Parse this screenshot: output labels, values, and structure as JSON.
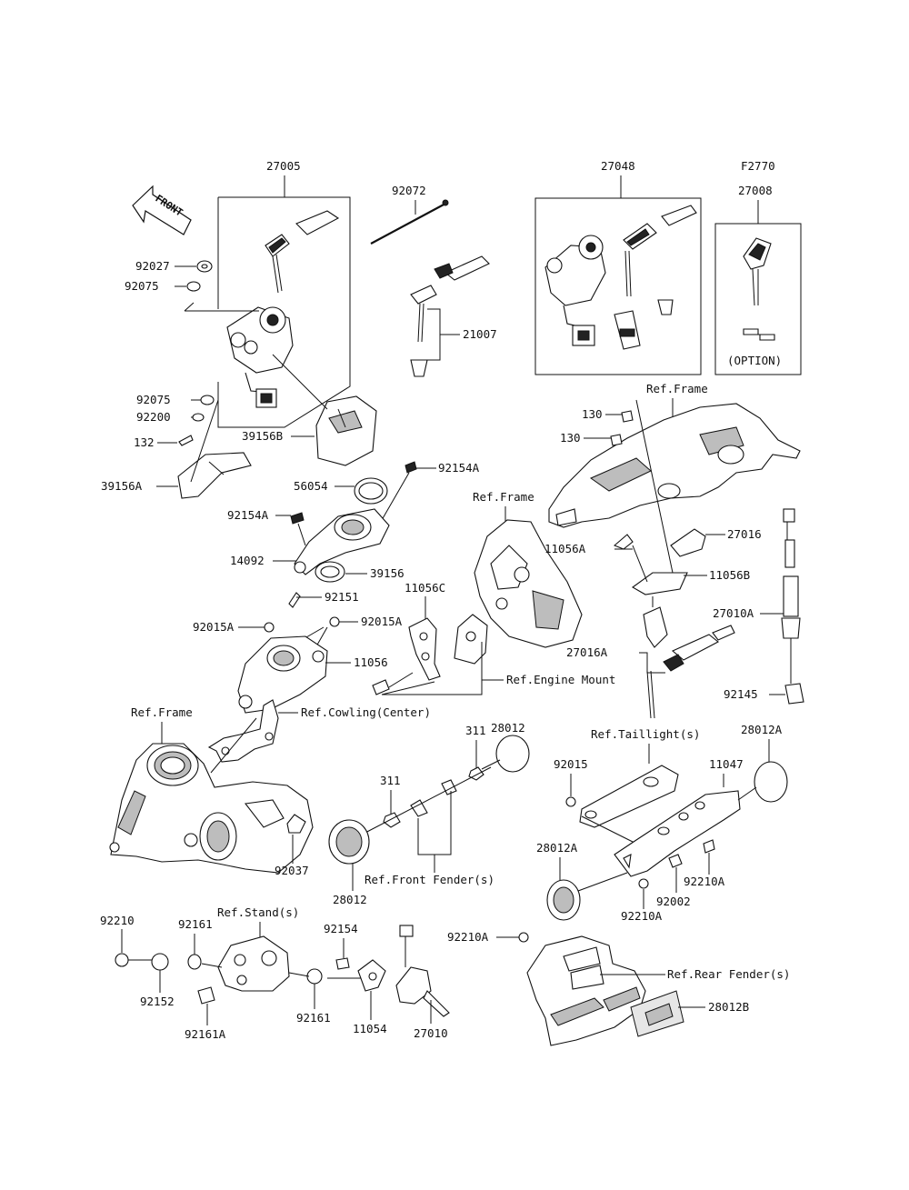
{
  "title_code": "F2770",
  "front_label": "FRONT",
  "option_label": "(OPTION)",
  "callouts": {
    "p27005": "27005",
    "p92072": "92072",
    "p27048": "27048",
    "p27008": "27008",
    "p92027": "92027",
    "p92075a": "92075",
    "p21007": "21007",
    "p92075b": "92075",
    "p92200": "92200",
    "p132": "132",
    "p39156B": "39156B",
    "p39156A": "39156A",
    "p92154A_a": "92154A",
    "p56054": "56054",
    "p92154A_b": "92154A",
    "p14092": "14092",
    "p39156": "39156",
    "p92151": "92151",
    "p92015A_a": "92015A",
    "p92015A_b": "92015A",
    "p11056": "11056",
    "p11056C": "11056C",
    "p130a": "130",
    "p130b": "130",
    "p27016": "27016",
    "p11056A": "11056A",
    "p11056B": "11056B",
    "p27010A": "27010A",
    "p27016A": "27016A",
    "p92145": "92145",
    "p28012a": "28012",
    "p311a": "311",
    "p311b": "311",
    "p28012b": "28012",
    "p92037": "92037",
    "p92015": "92015",
    "p28012A_a": "28012A",
    "p11047": "11047",
    "p28012A_b": "28012A",
    "p92210A_a": "92210A",
    "p92002": "92002",
    "p92210A_b": "92210A",
    "p92210": "92210",
    "p92161a": "92161",
    "p92154": "92154",
    "p92152": "92152",
    "p92161A": "92161A",
    "p92161b": "92161",
    "p11054": "11054",
    "p27010": "27010",
    "p92210A_c": "92210A",
    "p28012B": "28012B"
  },
  "references": {
    "frame_top": "Ref.Frame",
    "frame_mid": "Ref.Frame",
    "frame_left": "Ref.Frame",
    "engine_mount": "Ref.Engine Mount",
    "cowling_center": "Ref.Cowling(Center)",
    "front_fender": "Ref.Front Fender(s)",
    "taillight": "Ref.Taillight(s)",
    "stand": "Ref.Stand(s)",
    "rear_fender": "Ref.Rear Fender(s)"
  }
}
